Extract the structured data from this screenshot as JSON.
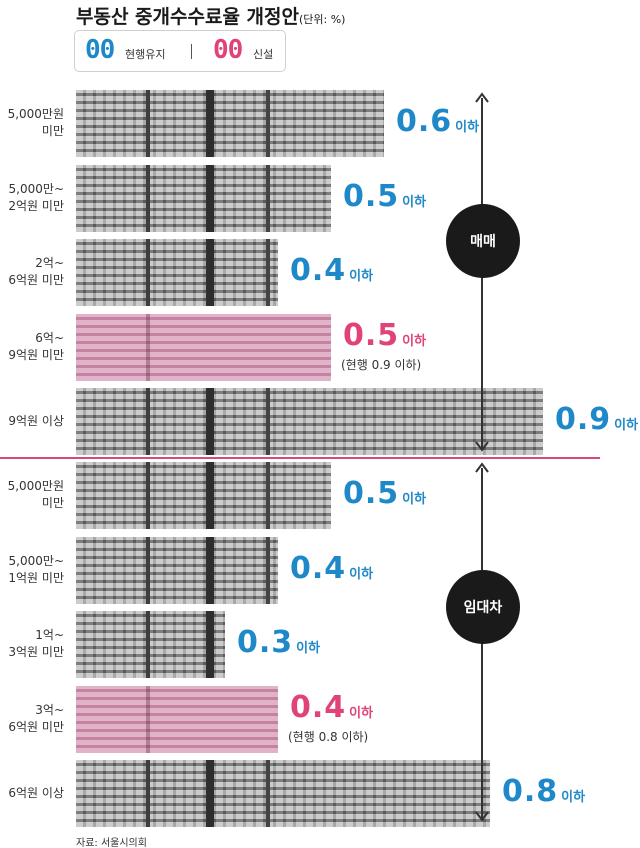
{
  "title": "부동산 중개수수료율 개정안",
  "unit": "(단위: %)",
  "legend": {
    "retain_num": "00",
    "retain_label": "현행유지",
    "new_num": "00",
    "new_label": "신설"
  },
  "suffix": "이하",
  "groups": {
    "sale": "매매",
    "lease": "임대차"
  },
  "source": "자료: 서울시의회",
  "colors": {
    "retain": "#1e88c8",
    "new": "#e0437a",
    "divider": "#d6497a"
  },
  "chart_data": {
    "type": "bar",
    "orientation": "horizontal",
    "title": "부동산 중개수수료율 개정안",
    "unit": "%",
    "groups": [
      {
        "name": "매매",
        "rows": [
          {
            "label": "5,000만원\n미만",
            "value": 0.6,
            "value_text": "0.6",
            "status": "retain",
            "note": ""
          },
          {
            "label": "5,000만~\n2억원 미만",
            "value": 0.5,
            "value_text": "0.5",
            "status": "retain",
            "note": ""
          },
          {
            "label": "2억~\n6억원 미만",
            "value": 0.4,
            "value_text": "0.4",
            "status": "retain",
            "note": ""
          },
          {
            "label": "6억~\n9억원 미만",
            "value": 0.5,
            "value_text": "0.5",
            "status": "new",
            "note": "(현행 0.9 이하)"
          },
          {
            "label": "9억원 이상",
            "value": 0.9,
            "value_text": "0.9",
            "status": "retain",
            "note": ""
          }
        ]
      },
      {
        "name": "임대차",
        "rows": [
          {
            "label": "5,000만원\n미만",
            "value": 0.5,
            "value_text": "0.5",
            "status": "retain",
            "note": ""
          },
          {
            "label": "5,000만~\n1억원 미만",
            "value": 0.4,
            "value_text": "0.4",
            "status": "retain",
            "note": ""
          },
          {
            "label": "1억~\n3억원 미만",
            "value": 0.3,
            "value_text": "0.3",
            "status": "retain",
            "note": ""
          },
          {
            "label": "3억~\n6억원 미만",
            "value": 0.4,
            "value_text": "0.4",
            "status": "new",
            "note": "(현행 0.8 이하)"
          },
          {
            "label": "6억원 이상",
            "value": 0.8,
            "value_text": "0.8",
            "status": "retain",
            "note": ""
          }
        ]
      }
    ]
  }
}
